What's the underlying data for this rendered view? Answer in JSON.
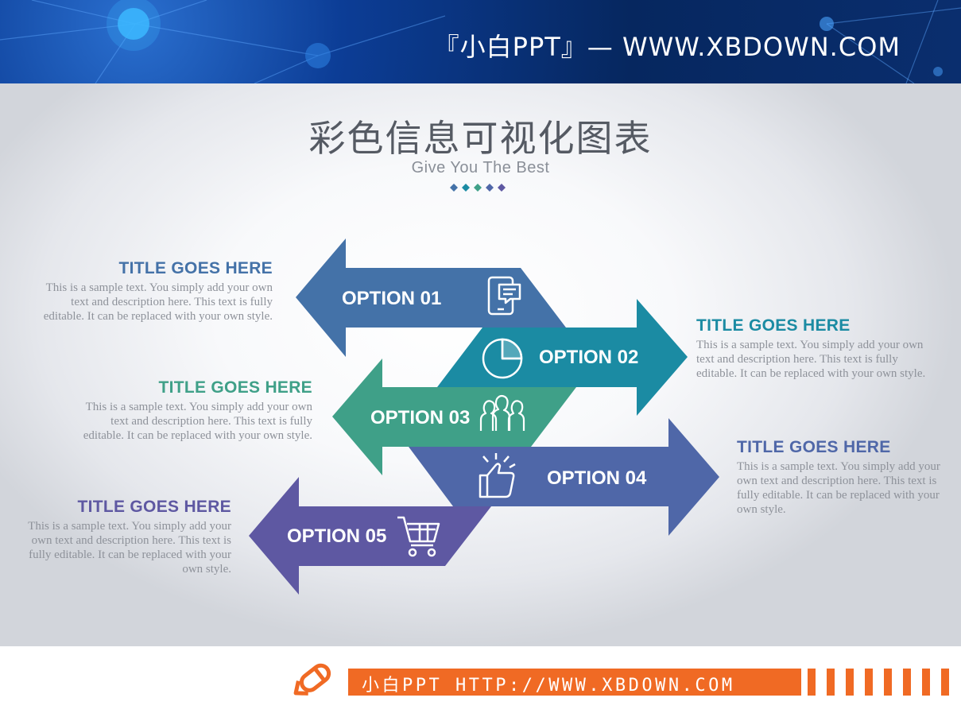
{
  "header": {
    "title": "『小白PPT』— WWW.XBDOWN.COM"
  },
  "main": {
    "title": "彩色信息可视化图表",
    "subtitle": "Give You The Best"
  },
  "colors": {
    "opt1": "#4472a8",
    "opt2": "#1b8ba3",
    "opt3": "#3fa088",
    "opt4": "#4f67a8",
    "opt5": "#5e58a2",
    "accent": "#f06a24"
  },
  "options": [
    {
      "label": "OPTION 01",
      "icon": "chat-phone-icon"
    },
    {
      "label": "OPTION 02",
      "icon": "pie-chart-icon"
    },
    {
      "label": "OPTION 03",
      "icon": "team-icon"
    },
    {
      "label": "OPTION 04",
      "icon": "thumbs-up-icon"
    },
    {
      "label": "OPTION 05",
      "icon": "shopping-cart-icon"
    }
  ],
  "descriptions": [
    {
      "title": "TITLE GOES HERE",
      "body": "This is a sample text. You simply add your own text and description here. This text is fully editable. It can be replaced with your own style."
    },
    {
      "title": "TITLE GOES HERE",
      "body": "This is a sample text. You simply add your own text and description here. This text is fully editable. It can be replaced with your own style."
    },
    {
      "title": "TITLE GOES HERE",
      "body": "This is a sample text. You simply add your own text and description here. This text is fully editable. It can be replaced with your own style."
    },
    {
      "title": "TITLE GOES HERE",
      "body": "This is a sample text. You simply add your own text and description here. This text is fully editable. It can be replaced with your own style."
    },
    {
      "title": "TITLE GOES HERE",
      "body": "This is a sample text. You simply add your own text and description here. This text is fully editable. It can be replaced with your own style."
    }
  ],
  "footer": {
    "text": "小白PPT HTTP://WWW.XBDOWN.COM",
    "logo_icon": "pencil-logo-icon"
  }
}
